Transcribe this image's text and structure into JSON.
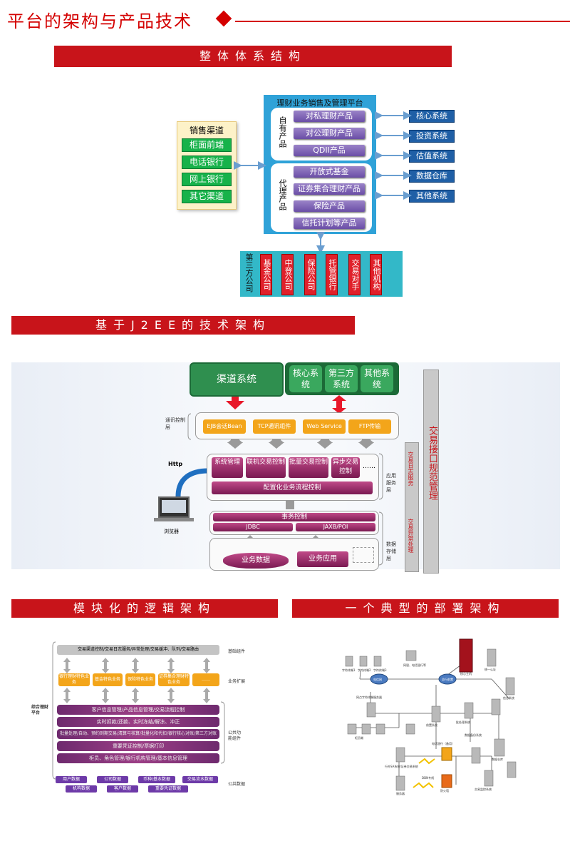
{
  "page_title": "平台的架构与产品技术",
  "sections": {
    "overall": "整体体系结构",
    "j2ee": "基于J2EE的技术架构",
    "modular": "模块化的逻辑架构",
    "deploy": "一个典型的部署架构"
  },
  "overall": {
    "channels_title": "销售渠道",
    "channels": [
      "柜面前端",
      "电话银行",
      "网上银行",
      "其它渠道"
    ],
    "platform_title": "理财业务销售及管理平台",
    "own_label": "自有产品",
    "own_products": [
      "对私理财产品",
      "对公理财产品",
      "QDII产品"
    ],
    "agency_label": "代理产品",
    "agency_products": [
      "开放式基金",
      "证券集合理财产品",
      "保险产品",
      "信托计划等产品"
    ],
    "systems": [
      "核心系统",
      "投资系统",
      "估值系统",
      "数据仓库",
      "其他系统"
    ],
    "third_label": "第三方公司",
    "third_parties": [
      "基金公司",
      "中登公司",
      "保险公司",
      "托管银行",
      "交易对手",
      "其他机构"
    ]
  },
  "j2ee": {
    "channel_system": "渠道系统",
    "top_systems": [
      "核心系统",
      "第三方系统",
      "其他系统"
    ],
    "comm_layer": "通讯控制层",
    "comm_items": [
      "EJB会话Bean",
      "TCP通讯组件",
      "Web Service",
      "FTP传输"
    ],
    "http": "Http",
    "browser": "浏览器",
    "app_items": [
      "系统管理",
      "联机交易控制",
      "批量交易控制",
      "异步交易控制"
    ],
    "ellipsis": "……",
    "config_flow": "配置化业务流程控制",
    "app_layer": "应用服务层",
    "tx_control": "事务控制",
    "jdbc": "JDBC",
    "jaxb": "JAXB/POI",
    "data_layer": "数据存储层",
    "biz_data": "业务数据",
    "biz_app": "业务应用",
    "log_service": "交易日志服务",
    "exception": "交易异常处理",
    "interface_norm": "交易接口规范管理"
  },
  "modular": {
    "top_bar": "交易渠道控制/交易日志服务/异常处理/交易缓冲、队列/交易路由",
    "top_right": "基础组件",
    "biz": [
      "银行理财特色业务",
      "基金特色业务",
      "保险特色业务",
      "证券集合理财特色业务",
      "……"
    ],
    "biz_right": "业务扩展",
    "left": "综合理财平台",
    "mid": [
      "客户信息管理/产品信息管理/交易流程控制",
      "实时扣款/还款、实时冻结/解冻、冲正",
      "批量处理/自动、预约到期交易/清算与核算/批量化和代扣/银行核心对账/第三方对账",
      "重要凭证控制/票据打印",
      "柜员、角色管理/银行机构管理/基本信息管理"
    ],
    "mid_right": "公共功能组件",
    "data_row1": [
      "用户数据",
      "公司数据",
      "币种/基本数据",
      "交易流水数据"
    ],
    "data_row2": [
      "机构数据",
      "客户数据",
      "重要凭证数据"
    ],
    "data_right": "公共数据"
  },
  "deploy": {
    "labels": [
      "字符终端1",
      "字符终端2",
      "字符终端3",
      "网银、电话银行等",
      "核心主机",
      "电信网",
      "总行前置",
      "网点字符终端服务器",
      "前置系统",
      "批处理系统",
      "柜员端",
      "数据备份系统",
      "统一认证",
      "信息系统",
      "数据仓库",
      "服务器",
      "自助终端",
      "监控系统",
      "网络服务器",
      "电话银行（备用）",
      "行外SA系统/证券交易系统",
      "DDN专线",
      "防火墙",
      "路由器",
      "服务器A",
      "服务器B",
      "交易监控系统"
    ]
  }
}
